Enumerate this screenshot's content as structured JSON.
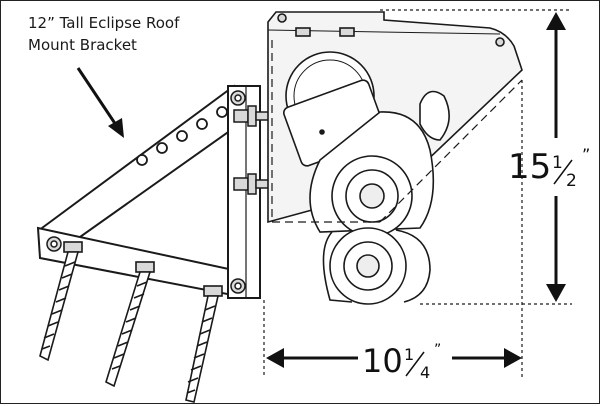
{
  "callout": {
    "line1": "12” Tall Eclipse Roof",
    "line2": "Mount Bracket"
  },
  "dimensions": {
    "height": {
      "whole": "15",
      "fraction_num": "1",
      "fraction_den": "2",
      "unit": "”"
    },
    "width": {
      "whole": "10",
      "fraction_num": "1",
      "fraction_den": "4",
      "unit": "”"
    }
  },
  "colors": {
    "line": "#1a1a1a",
    "housing_fill": "#f4f4f4",
    "bolt_fill": "#d9d9d9"
  }
}
